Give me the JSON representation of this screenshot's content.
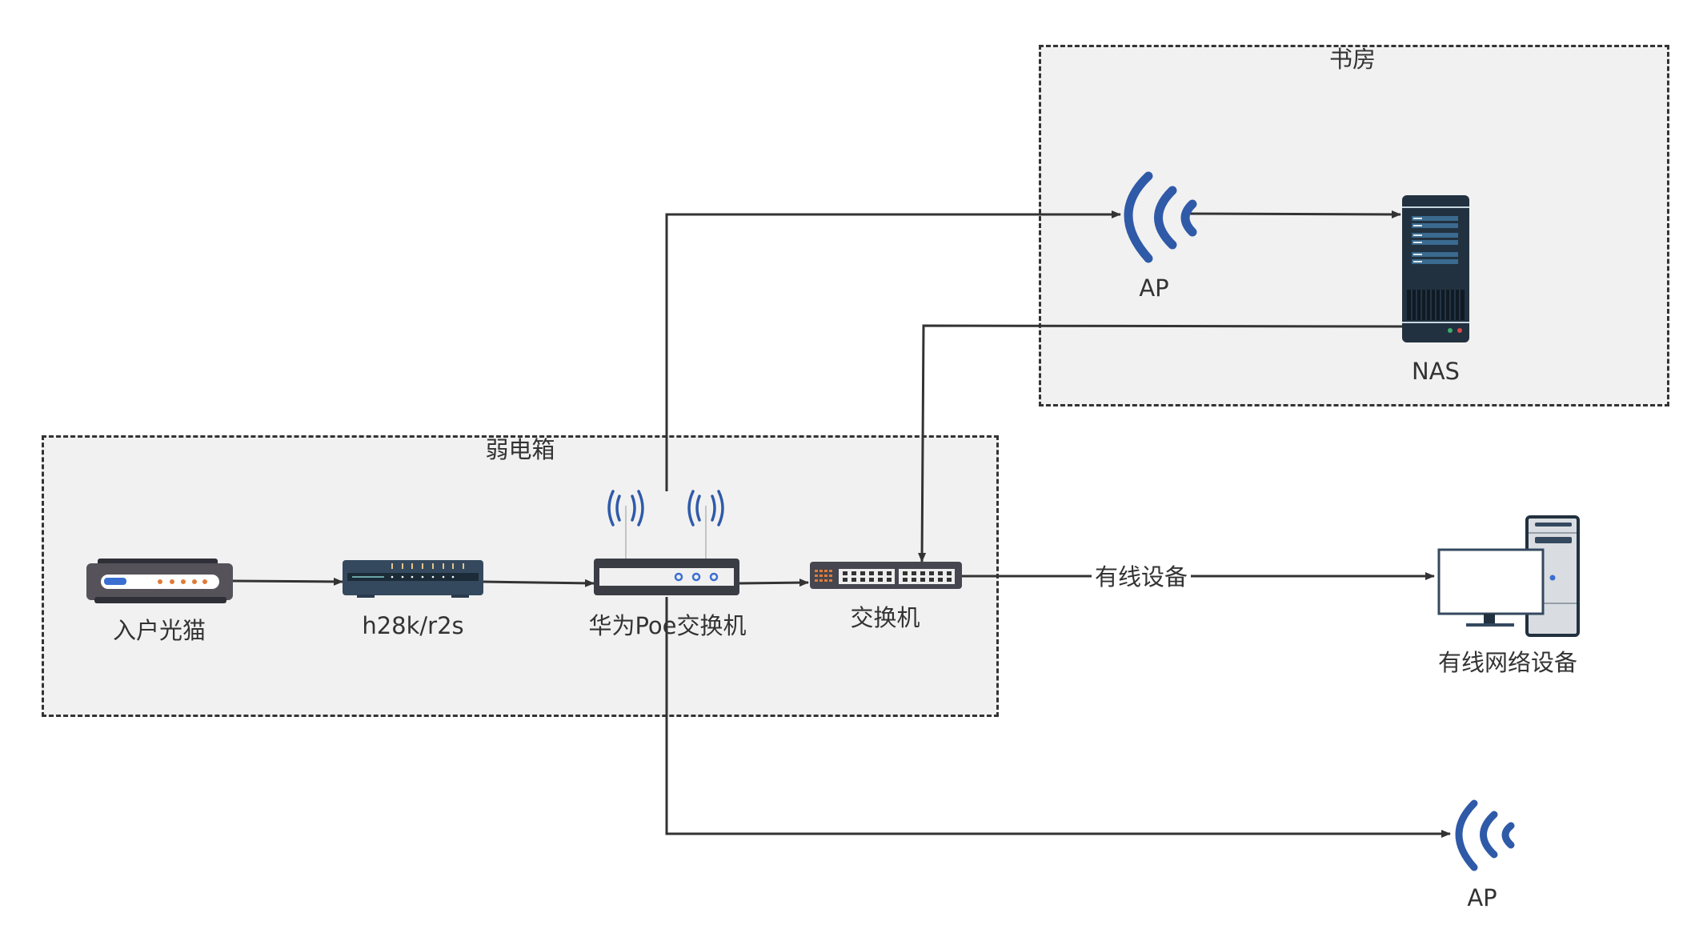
{
  "groups": {
    "study": {
      "title": "书房"
    },
    "cabinet": {
      "title": "弱电箱"
    }
  },
  "nodes": {
    "ont": {
      "label": "入户光猫",
      "icon": "modem-icon"
    },
    "router": {
      "label": "h28k/r2s",
      "icon": "router-icon"
    },
    "poe_switch": {
      "label": "华为Poe交换机",
      "icon": "wireless-router-icon"
    },
    "switch": {
      "label": "交换机",
      "icon": "switch-icon"
    },
    "ap_study": {
      "label": "AP",
      "icon": "wifi-ap-icon"
    },
    "nas": {
      "label": "NAS",
      "icon": "server-icon"
    },
    "wired_device": {
      "label": "有线网络设备",
      "icon": "desktop-computer-icon"
    },
    "ap_bottom": {
      "label": "AP",
      "icon": "wifi-ap-icon"
    }
  },
  "edges": [
    {
      "from": "ont",
      "to": "router",
      "label": ""
    },
    {
      "from": "router",
      "to": "poe_switch",
      "label": ""
    },
    {
      "from": "poe_switch",
      "to": "switch",
      "label": ""
    },
    {
      "from": "poe_switch",
      "to": "ap_study",
      "label": ""
    },
    {
      "from": "ap_study",
      "to": "nas",
      "label": ""
    },
    {
      "from": "nas",
      "to": "switch",
      "label": ""
    },
    {
      "from": "switch",
      "to": "wired_device",
      "label": "有线设备"
    },
    {
      "from": "poe_switch",
      "to": "ap_bottom",
      "label": ""
    }
  ],
  "colors": {
    "line": "#333333",
    "group_bg": "#f1f1f1",
    "wifi_blue": "#2f5aa8",
    "device_dark": "#4a4a52",
    "router_blue": "#34495e",
    "server_dark": "#22313f",
    "led_orange": "#e07b39"
  }
}
